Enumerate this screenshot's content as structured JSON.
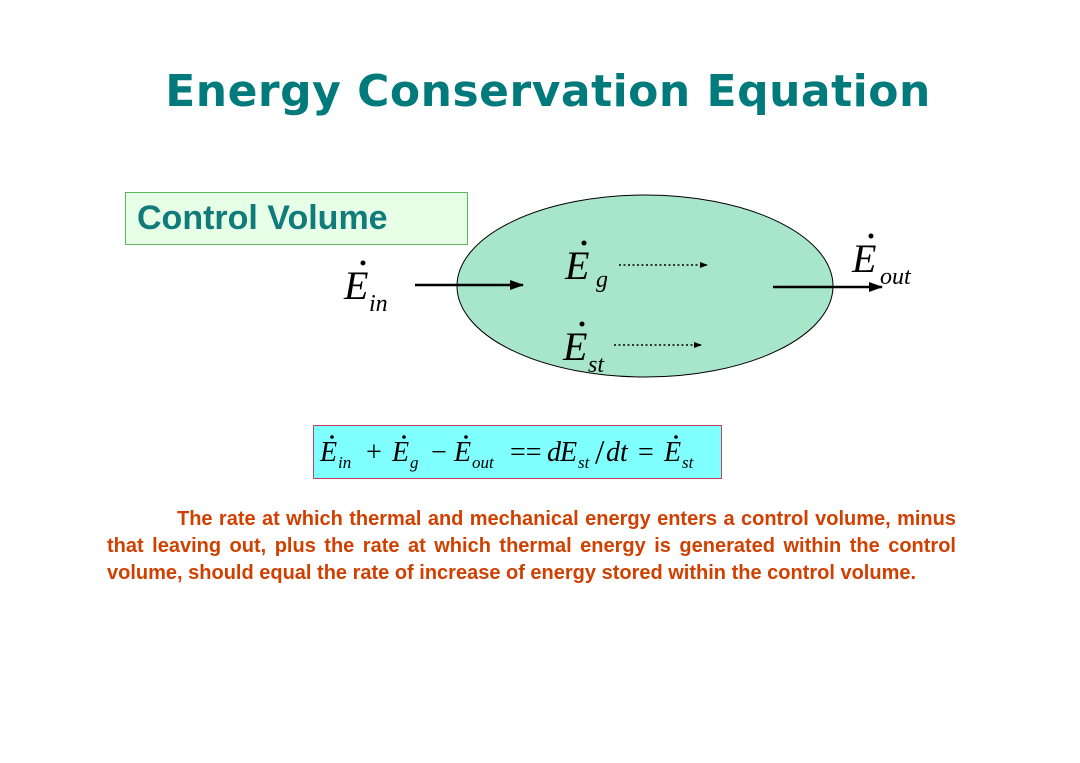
{
  "slide": {
    "title": "Energy Conservation Equation",
    "control_volume_label": "Control Volume"
  },
  "diagram": {
    "symbol": "E",
    "subscripts": {
      "in": "in",
      "generated": "g",
      "stored": "st",
      "out": "out"
    }
  },
  "equation": {
    "plus": "+",
    "minus": "−",
    "equals_double": "==",
    "equals": "=",
    "d": "d",
    "dt": "dt",
    "slash": "/"
  },
  "paragraph": "The rate at which thermal and mechanical energy enters a control volume, minus that leaving out, plus the rate at which thermal energy is generated within the control volume, should equal the rate of increase of energy stored within the control volume.",
  "colors": {
    "title": "#007a7a",
    "ellipse_fill": "#a8e6cc",
    "label_bg": "#e6ffe6",
    "equation_bg": "#80ffff",
    "paragraph": "#d04000"
  }
}
